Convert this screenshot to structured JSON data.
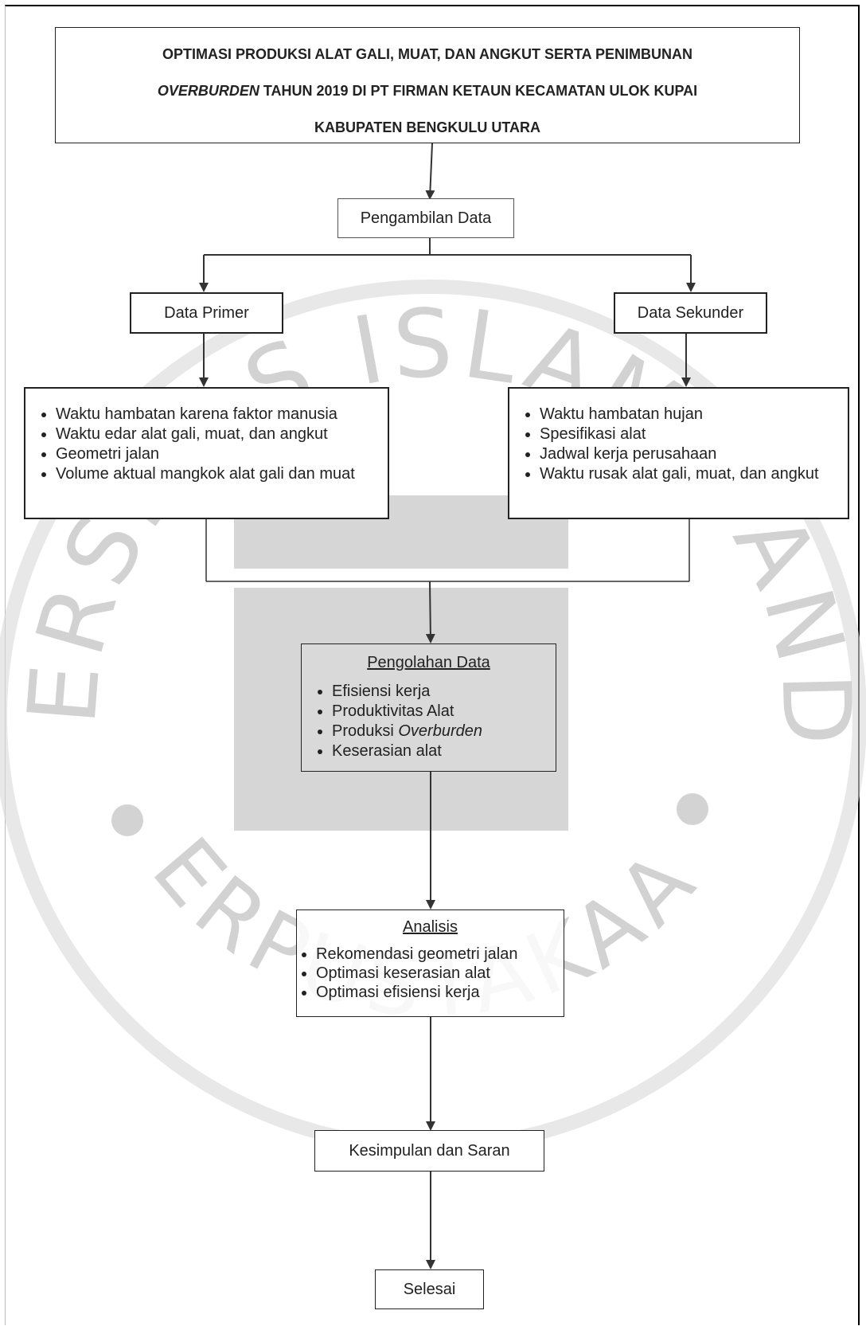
{
  "title": {
    "line1": "OPTIMASI PRODUKSI ALAT GALI, MUAT, DAN ANGKUT SERTA PENIMBUNAN",
    "line2_italic": "OVERBURDEN",
    "line2_rest": " TAHUN 2019 DI PT FIRMAN KETAUN KECAMATAN ULOK KUPAI",
    "line3": "KABUPATEN BENGKULU UTARA"
  },
  "nodes": {
    "pengambilan": "Pengambilan Data",
    "primer": "Data Primer",
    "sekunder": "Data Sekunder",
    "kesimpulan": "Kesimpulan dan Saran",
    "selesai": "Selesai"
  },
  "primer_items": [
    "Waktu hambatan karena faktor manusia",
    "Waktu edar alat gali, muat, dan angkut",
    "Geometri jalan",
    "Volume aktual mangkok alat gali dan muat"
  ],
  "sekunder_items": [
    "Waktu hambatan hujan",
    "Spesifikasi alat",
    "Jadwal kerja perusahaan",
    "Waktu rusak alat gali, muat, dan angkut"
  ],
  "pengolahan": {
    "heading": "Pengolahan Data",
    "items": [
      "Efisiensi kerja",
      "Produktivitas Alat",
      "Produksi "
    ],
    "item3_italic": "Overburden",
    "item4": "Keserasian alat"
  },
  "analisis": {
    "heading": "Analisis",
    "items": [
      "Rekomendasi geometri jalan",
      "Optimasi keserasian alat",
      "Optimasi efisiensi kerja"
    ]
  },
  "watermark": {
    "top_arc": "UNIVERSITAS ISLAM BANDUNG",
    "bottom_arc": "PERPUSTAKAAN",
    "color": "#c8c8c8"
  }
}
